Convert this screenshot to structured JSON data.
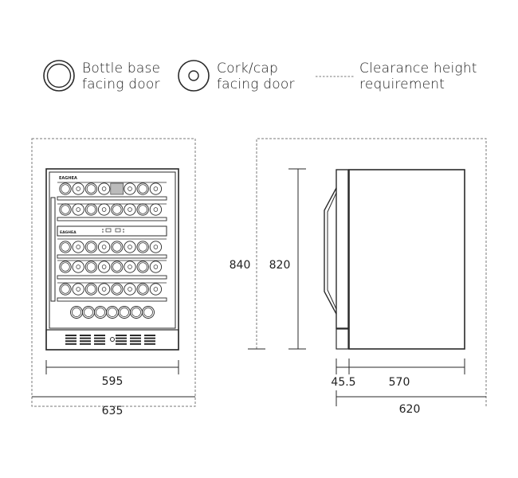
{
  "legend": {
    "bottle_base": {
      "line1": "Bottle base",
      "line2": "facing door",
      "icon": "bottle-base-icon"
    },
    "cork_cap": {
      "line1": "Cork/cap",
      "line2": "facing door",
      "icon": "cork-cap-icon"
    },
    "clearance": {
      "line1": "Clearance height",
      "line2": "requirement",
      "icon": "dashed-line-icon"
    }
  },
  "front_view": {
    "brand_top": "EAGHEA",
    "brand_mid": "EAGHEA",
    "width_label": "595",
    "clearance_width_label": "635"
  },
  "side_view": {
    "clearance_height_label": "840",
    "height_label": "820",
    "door_depth_label": "45.5",
    "body_depth_label": "570",
    "clearance_depth_label": "620"
  },
  "colors": {
    "line": "#2a2a2a",
    "dashed": "#7a7a7a"
  }
}
